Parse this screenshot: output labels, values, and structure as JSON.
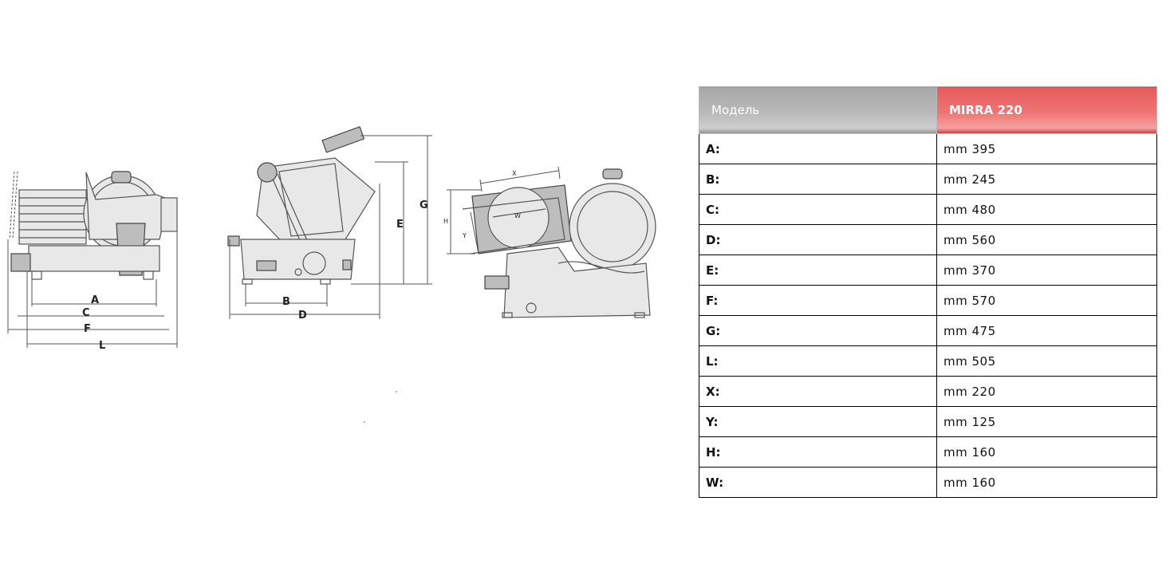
{
  "drawing_labels": [
    "A",
    "C",
    "F",
    "L",
    "B",
    "D",
    "E",
    "G",
    "X",
    "W",
    "H",
    "Y"
  ],
  "table": {
    "header": {
      "model_label": "Модель",
      "model_name": "MIRRA 220"
    },
    "rows": [
      {
        "label": "A:",
        "value": "mm 395"
      },
      {
        "label": "B:",
        "value": "mm 245"
      },
      {
        "label": "C:",
        "value": "mm 480"
      },
      {
        "label": "D:",
        "value": "mm 560"
      },
      {
        "label": "E:",
        "value": "mm 370"
      },
      {
        "label": "F:",
        "value": "mm 570"
      },
      {
        "label": "G:",
        "value": "mm 475"
      },
      {
        "label": "L:",
        "value": "mm 505"
      },
      {
        "label": "X:",
        "value": "mm 220"
      },
      {
        "label": "Y:",
        "value": "mm 125"
      },
      {
        "label": "H:",
        "value": "mm 160"
      },
      {
        "label": "W:",
        "value": "mm 160"
      }
    ]
  },
  "colors": {
    "header_gray": "#b9b9b9",
    "header_red": "#ef7575",
    "grid": "#000000"
  }
}
